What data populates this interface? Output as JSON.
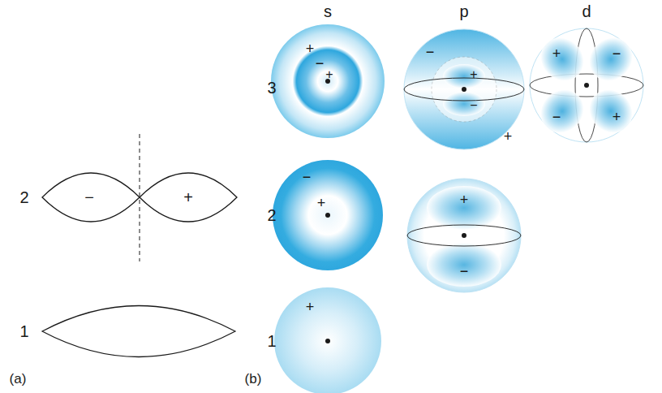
{
  "diagram": {
    "labels": [
      "2",
      "−",
      "+",
      "1",
      "(a)",
      "s",
      "p",
      "d",
      "3",
      "+",
      "−",
      "+",
      "−",
      "+",
      "−",
      "+",
      "+",
      "−",
      "−",
      "+",
      "2",
      "−",
      "+",
      "+",
      "−",
      "1",
      "+",
      "(b)"
    ]
  }
}
